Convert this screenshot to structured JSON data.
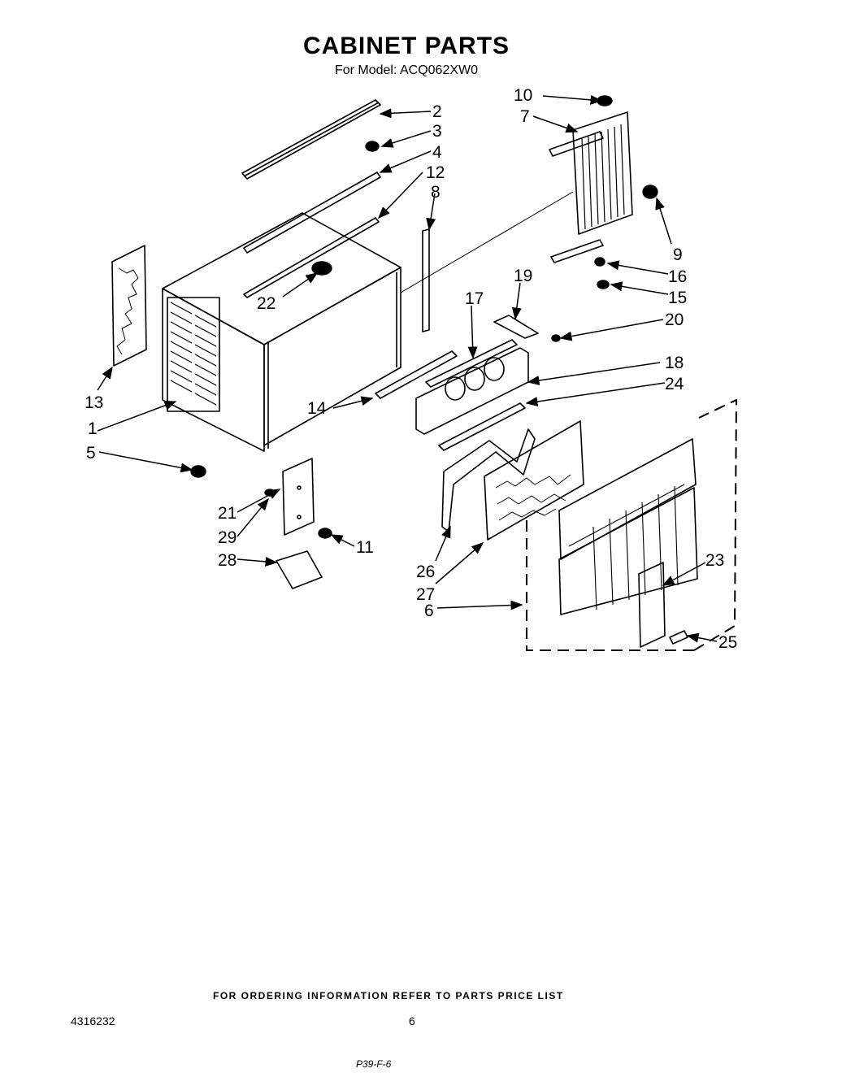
{
  "header": {
    "title": "CABINET PARTS",
    "subtitle": "For Model: ACQ062XW0"
  },
  "callouts": [
    "1",
    "2",
    "3",
    "4",
    "5",
    "6",
    "7",
    "8",
    "9",
    "10",
    "11",
    "12",
    "13",
    "14",
    "15",
    "16",
    "17",
    "18",
    "19",
    "20",
    "21",
    "22",
    "23",
    "24",
    "25",
    "26",
    "27",
    "28",
    "29"
  ],
  "footer": {
    "ordering_note": "FOR ORDERING INFORMATION REFER TO PARTS PRICE LIST",
    "document_number": "4316232",
    "page_number": "6",
    "handwritten_note": "P39-F-6"
  }
}
